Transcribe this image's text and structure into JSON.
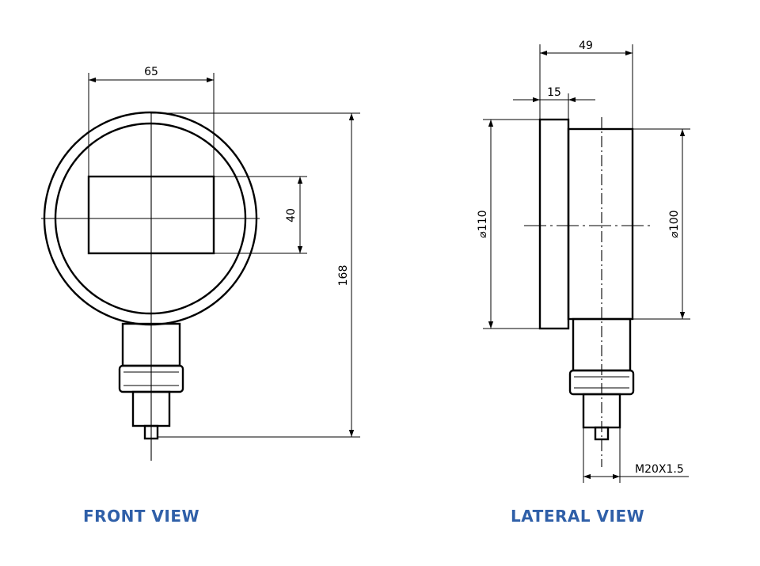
{
  "front_view": {
    "caption": "FRONT VIEW",
    "dimensions": {
      "width": "65",
      "window_height": "40",
      "overall_height": "168"
    }
  },
  "lateral_view": {
    "caption": "LATERAL VIEW",
    "dimensions": {
      "depth": "49",
      "bezel": "15",
      "bezel_diameter": "⌀110",
      "case_diameter": "⌀100",
      "thread": "M20X1.5"
    }
  },
  "colors": {
    "caption": "#2f5fa8",
    "line": "#000000",
    "background": "#ffffff"
  }
}
